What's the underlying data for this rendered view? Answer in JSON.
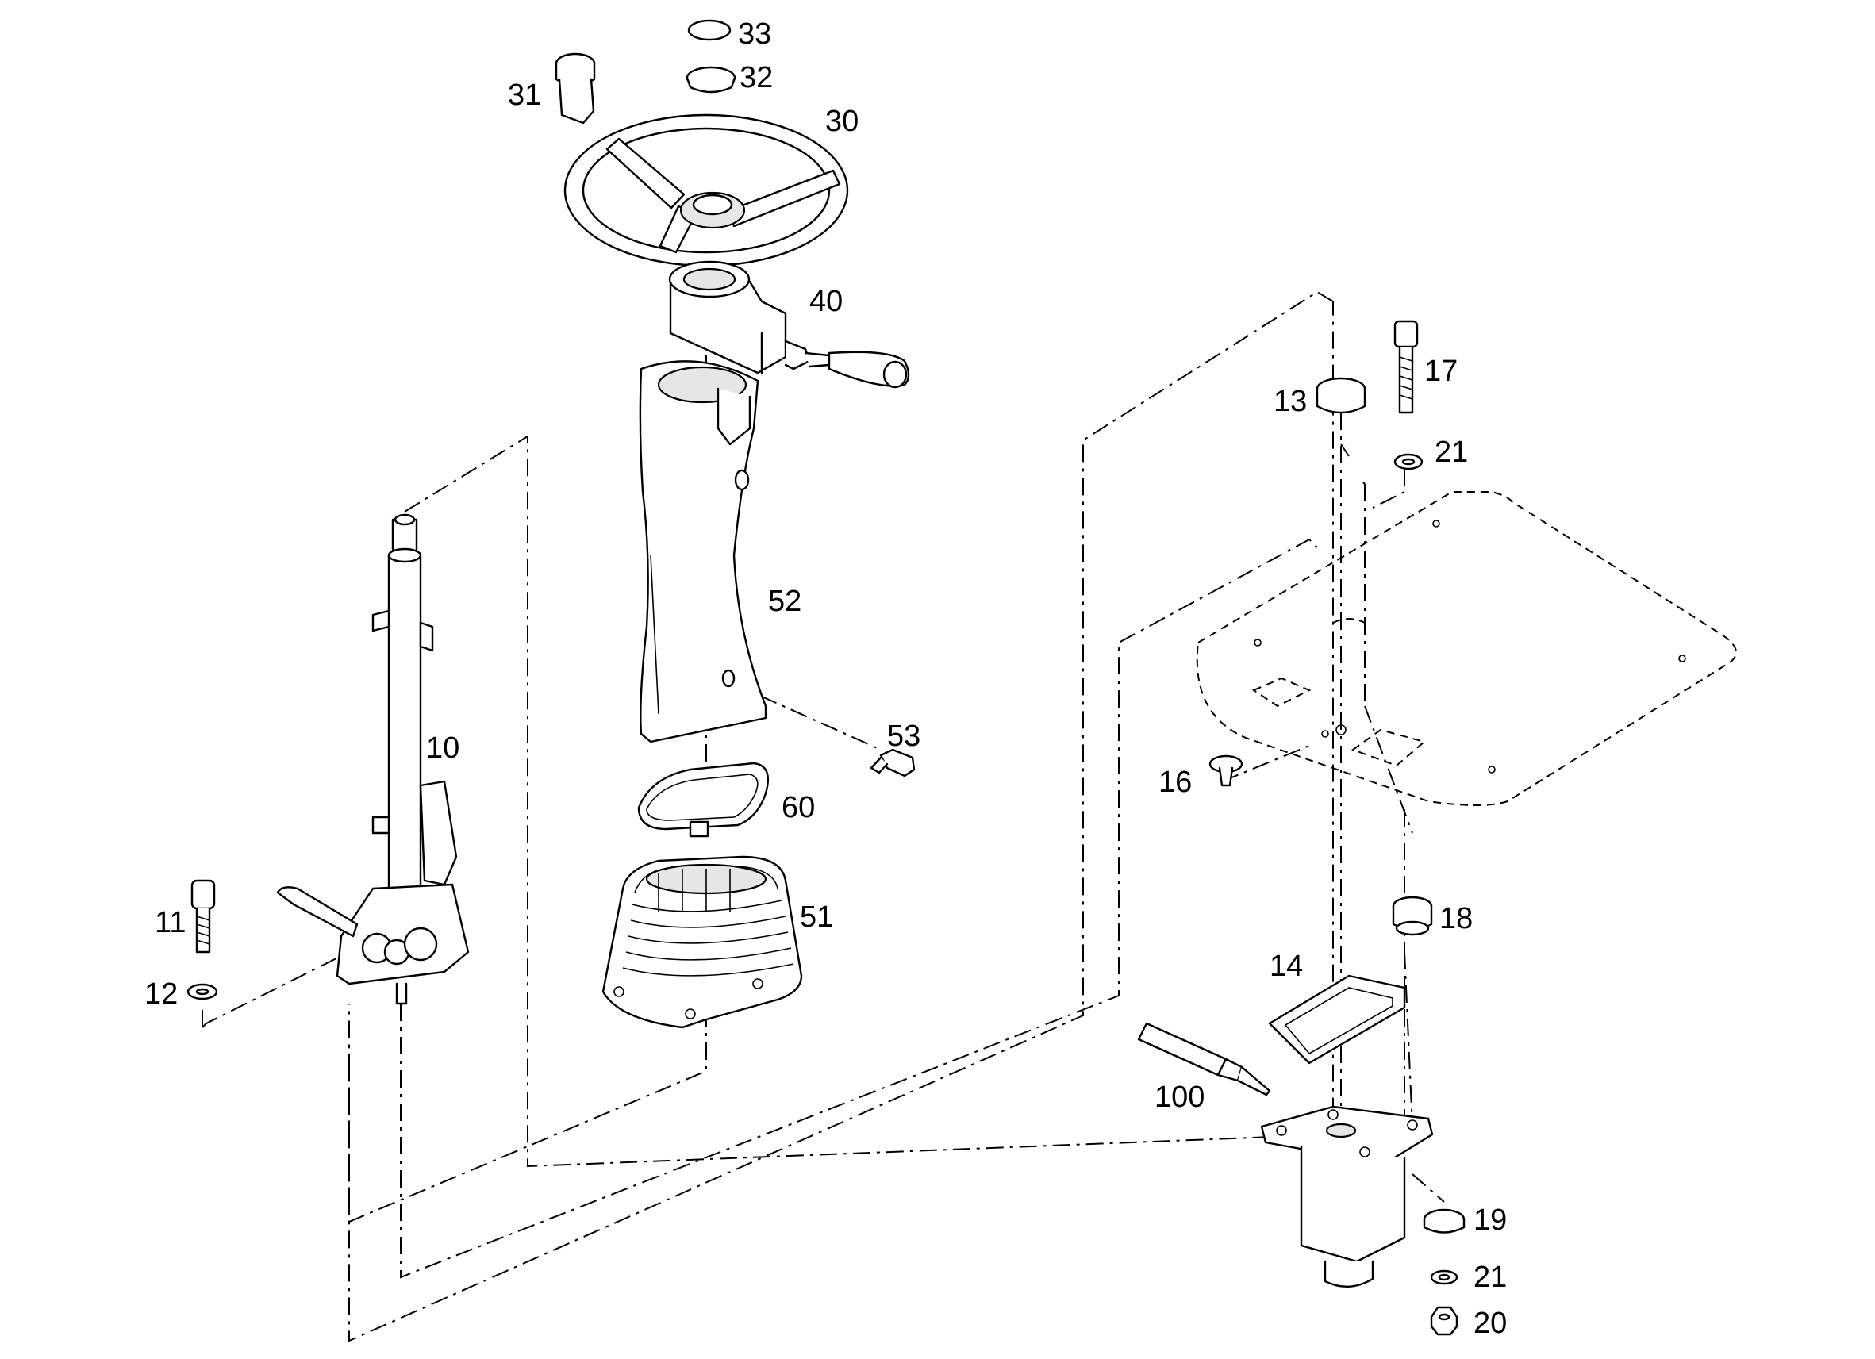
{
  "labels": {
    "p10": "10",
    "p11": "11",
    "p12": "12",
    "p13": "13",
    "p14": "14",
    "p16": "16",
    "p17": "17",
    "p18": "18",
    "p19": "19",
    "p20": "20",
    "p21a": "21",
    "p21b": "21",
    "p30": "30",
    "p31": "31",
    "p32": "32",
    "p33": "33",
    "p40": "40",
    "p51": "51",
    "p52": "52",
    "p53": "53",
    "p60": "60",
    "p100": "100"
  }
}
